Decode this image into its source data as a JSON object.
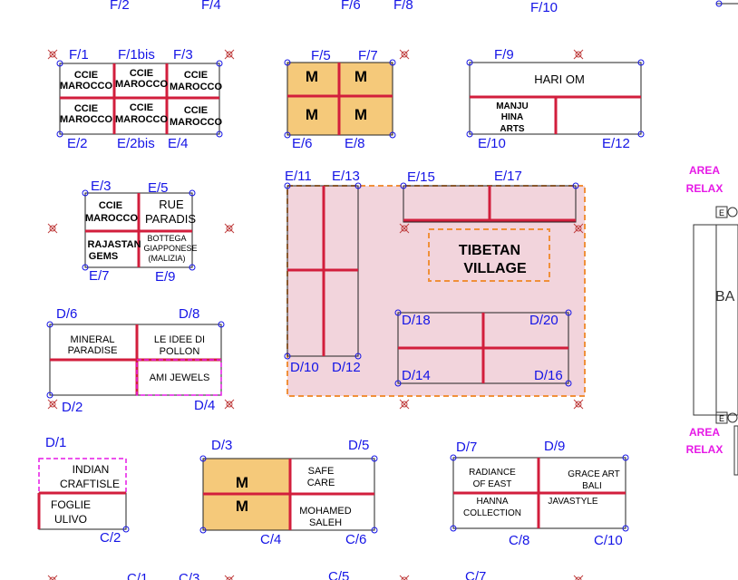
{
  "labels": {
    "f2": "F/2",
    "f4": "F/4",
    "f6": "F/6",
    "f8": "F/8",
    "f10": "F/10",
    "f1": "F/1",
    "f1bis": "F/1bis",
    "f3": "F/3",
    "f5": "F/5",
    "f7": "F/7",
    "f9": "F/9",
    "e2": "E/2",
    "e2bis": "E/2bis",
    "e4": "E/4",
    "e6": "E/6",
    "e8": "E/8",
    "e10": "E/10",
    "e12": "E/12",
    "e3": "E/3",
    "e5": "E/5",
    "e7": "E/7",
    "e9": "E/9",
    "e11": "E/11",
    "e13": "E/13",
    "e15": "E/15",
    "e17": "E/17",
    "d6": "D/6",
    "d8": "D/8",
    "d2": "D/2",
    "d4": "D/4",
    "d10": "D/10",
    "d12": "D/12",
    "d14": "D/14",
    "d16": "D/16",
    "d18": "D/18",
    "d20": "D/20",
    "d1": "D/1",
    "d3": "D/3",
    "d5": "D/5",
    "d7": "D/7",
    "d9": "D/9",
    "c2": "C/2",
    "c4": "C/4",
    "c6": "C/6",
    "c8": "C/8",
    "c10": "C/10",
    "c1": "C/1",
    "c3": "C/3",
    "c5": "C/5",
    "c7": "C/7"
  },
  "stands": {
    "ccie": "CCIE",
    "marocco": "MAROCCO",
    "m": "M",
    "hari_om": "HARI OM",
    "manju": "MANJU",
    "hina": "HINA",
    "arts": "ARTS",
    "rue": "RUE",
    "paradis": "PARADIS",
    "rajastan": "RAJASTAN",
    "gems": "GEMS",
    "bottega": "BOTTEGA",
    "giapponese": "GIAPPONESE",
    "malizia": "(MALIZIA)",
    "tibetan": "TIBETAN",
    "village": "VILLAGE",
    "mineral": "MINERAL",
    "paradise": "PARADISE",
    "le_idee": "LE IDEE DI",
    "pollon": "POLLON",
    "ami": "AMI JEWELS",
    "indian": "INDIAN",
    "craftisle": "CRAFTISLE",
    "foglie": "FOGLIE",
    "ulivo": "ULIVO",
    "safe": "SAFE",
    "care": "CARE",
    "mohamed": "MOHAMED",
    "saleh": "SALEH",
    "radiance": "RADIANCE",
    "of_east": "OF EAST",
    "grace": "GRACE ART",
    "bali": "BALI",
    "hanna": "HANNA",
    "collection": "COLLECTION",
    "javastyle": "JAVASTYLE"
  },
  "areas": {
    "area": "AREA",
    "relax": "RELAX",
    "ba": "BA",
    "e_box": "E"
  },
  "colors": {
    "label": "#1414e6",
    "divider": "#d21e3c",
    "mstand": "#f5c97a",
    "village": "#f2d4dc",
    "dashed_orange": "#f0903a",
    "dashed_magenta": "#e619e6"
  }
}
